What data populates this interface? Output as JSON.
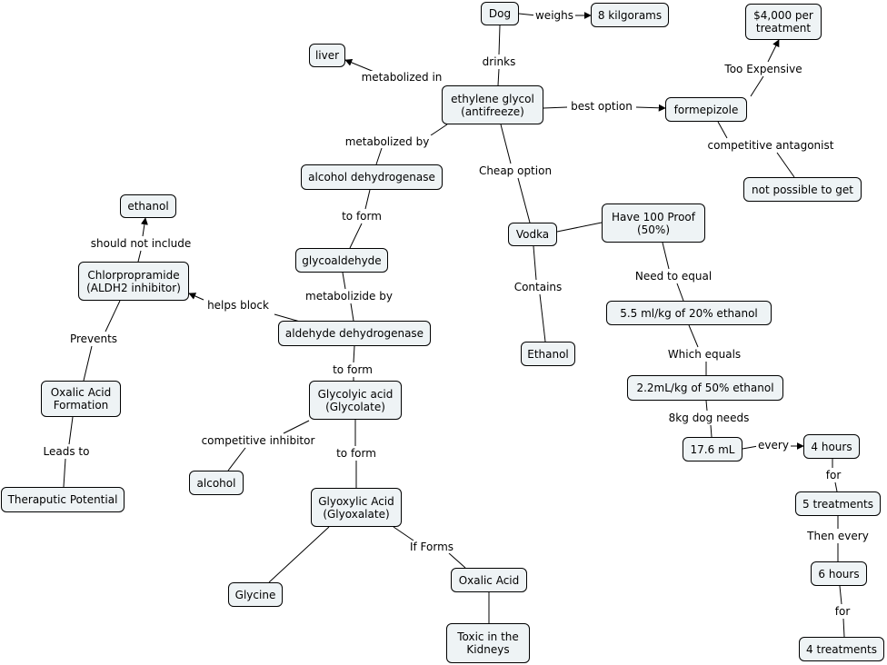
{
  "concepts": {
    "dog": "Dog",
    "kg8": "8 kilgorams",
    "liver": "liver",
    "eg": "ethylene glycol\n(antifreeze)",
    "cost": "$4,000 per\ntreatment",
    "fomepizole": "formepizole",
    "npg": "not possible to get",
    "adh": "alcohol dehydrogenase",
    "ethanol_top": "ethanol",
    "glycoaldehyde": "glycoaldehyde",
    "vodka": "Vodka",
    "proof": "Have 100 Proof\n(50%)",
    "chlor": "Chlorpropramide\n(ALDH2 inhibitor)",
    "aldh": "aldehyde dehydrogenase",
    "ml55": "5.5 ml/kg of 20% ethanol",
    "ethanol_v": "Ethanol",
    "oxalic_form": "Oxalic Acid\nFormation",
    "glycolic": "Glycolyic acid\n(Glycolate)",
    "ml22": "2.2mL/kg of 50% ethanol",
    "h4": "4 hours",
    "ml176": "17.6 mL",
    "alcohol": "alcohol",
    "thera": "Theraputic Potential",
    "glyoxylic": "Glyoxylic Acid\n(Glyoxalate)",
    "tr5": "5 treatments",
    "oxalic": "Oxalic Acid",
    "h6": "6 hours",
    "glycine": "Glycine",
    "toxic": "Toxic in the\nKidneys",
    "tr4": "4 treatments"
  },
  "links": {
    "weighs": "weighs",
    "drinks": "drinks",
    "metabolized_in": "metabolized in",
    "too_expensive": "Too Expensive",
    "best_option": "best option",
    "metabolized_by": "metabolized by",
    "competitive_antagonist": "competitive antagonist",
    "cheap_option": "Cheap option",
    "to_form_1": "to form",
    "should_not_include": "should not include",
    "need_to_equal": "Need to equal",
    "contains": "Contains",
    "metabolizide_by": "metabolizide by",
    "helps_block": "helps block",
    "prevents": "Prevents",
    "which_equals": "Which equals",
    "to_form_2": "to form",
    "dog_needs": "8kg dog needs",
    "competitive_inhibitor": "competitive inhibitor",
    "every": "every",
    "leads_to": "Leads to",
    "to_form_3": "to form",
    "for_1": "for",
    "then_every": "Then every",
    "if_forms": "If Forms",
    "for_2": "for"
  },
  "colors": {
    "node_fill": "#eef3f5",
    "line": "#000000",
    "background": "#ffffff"
  }
}
